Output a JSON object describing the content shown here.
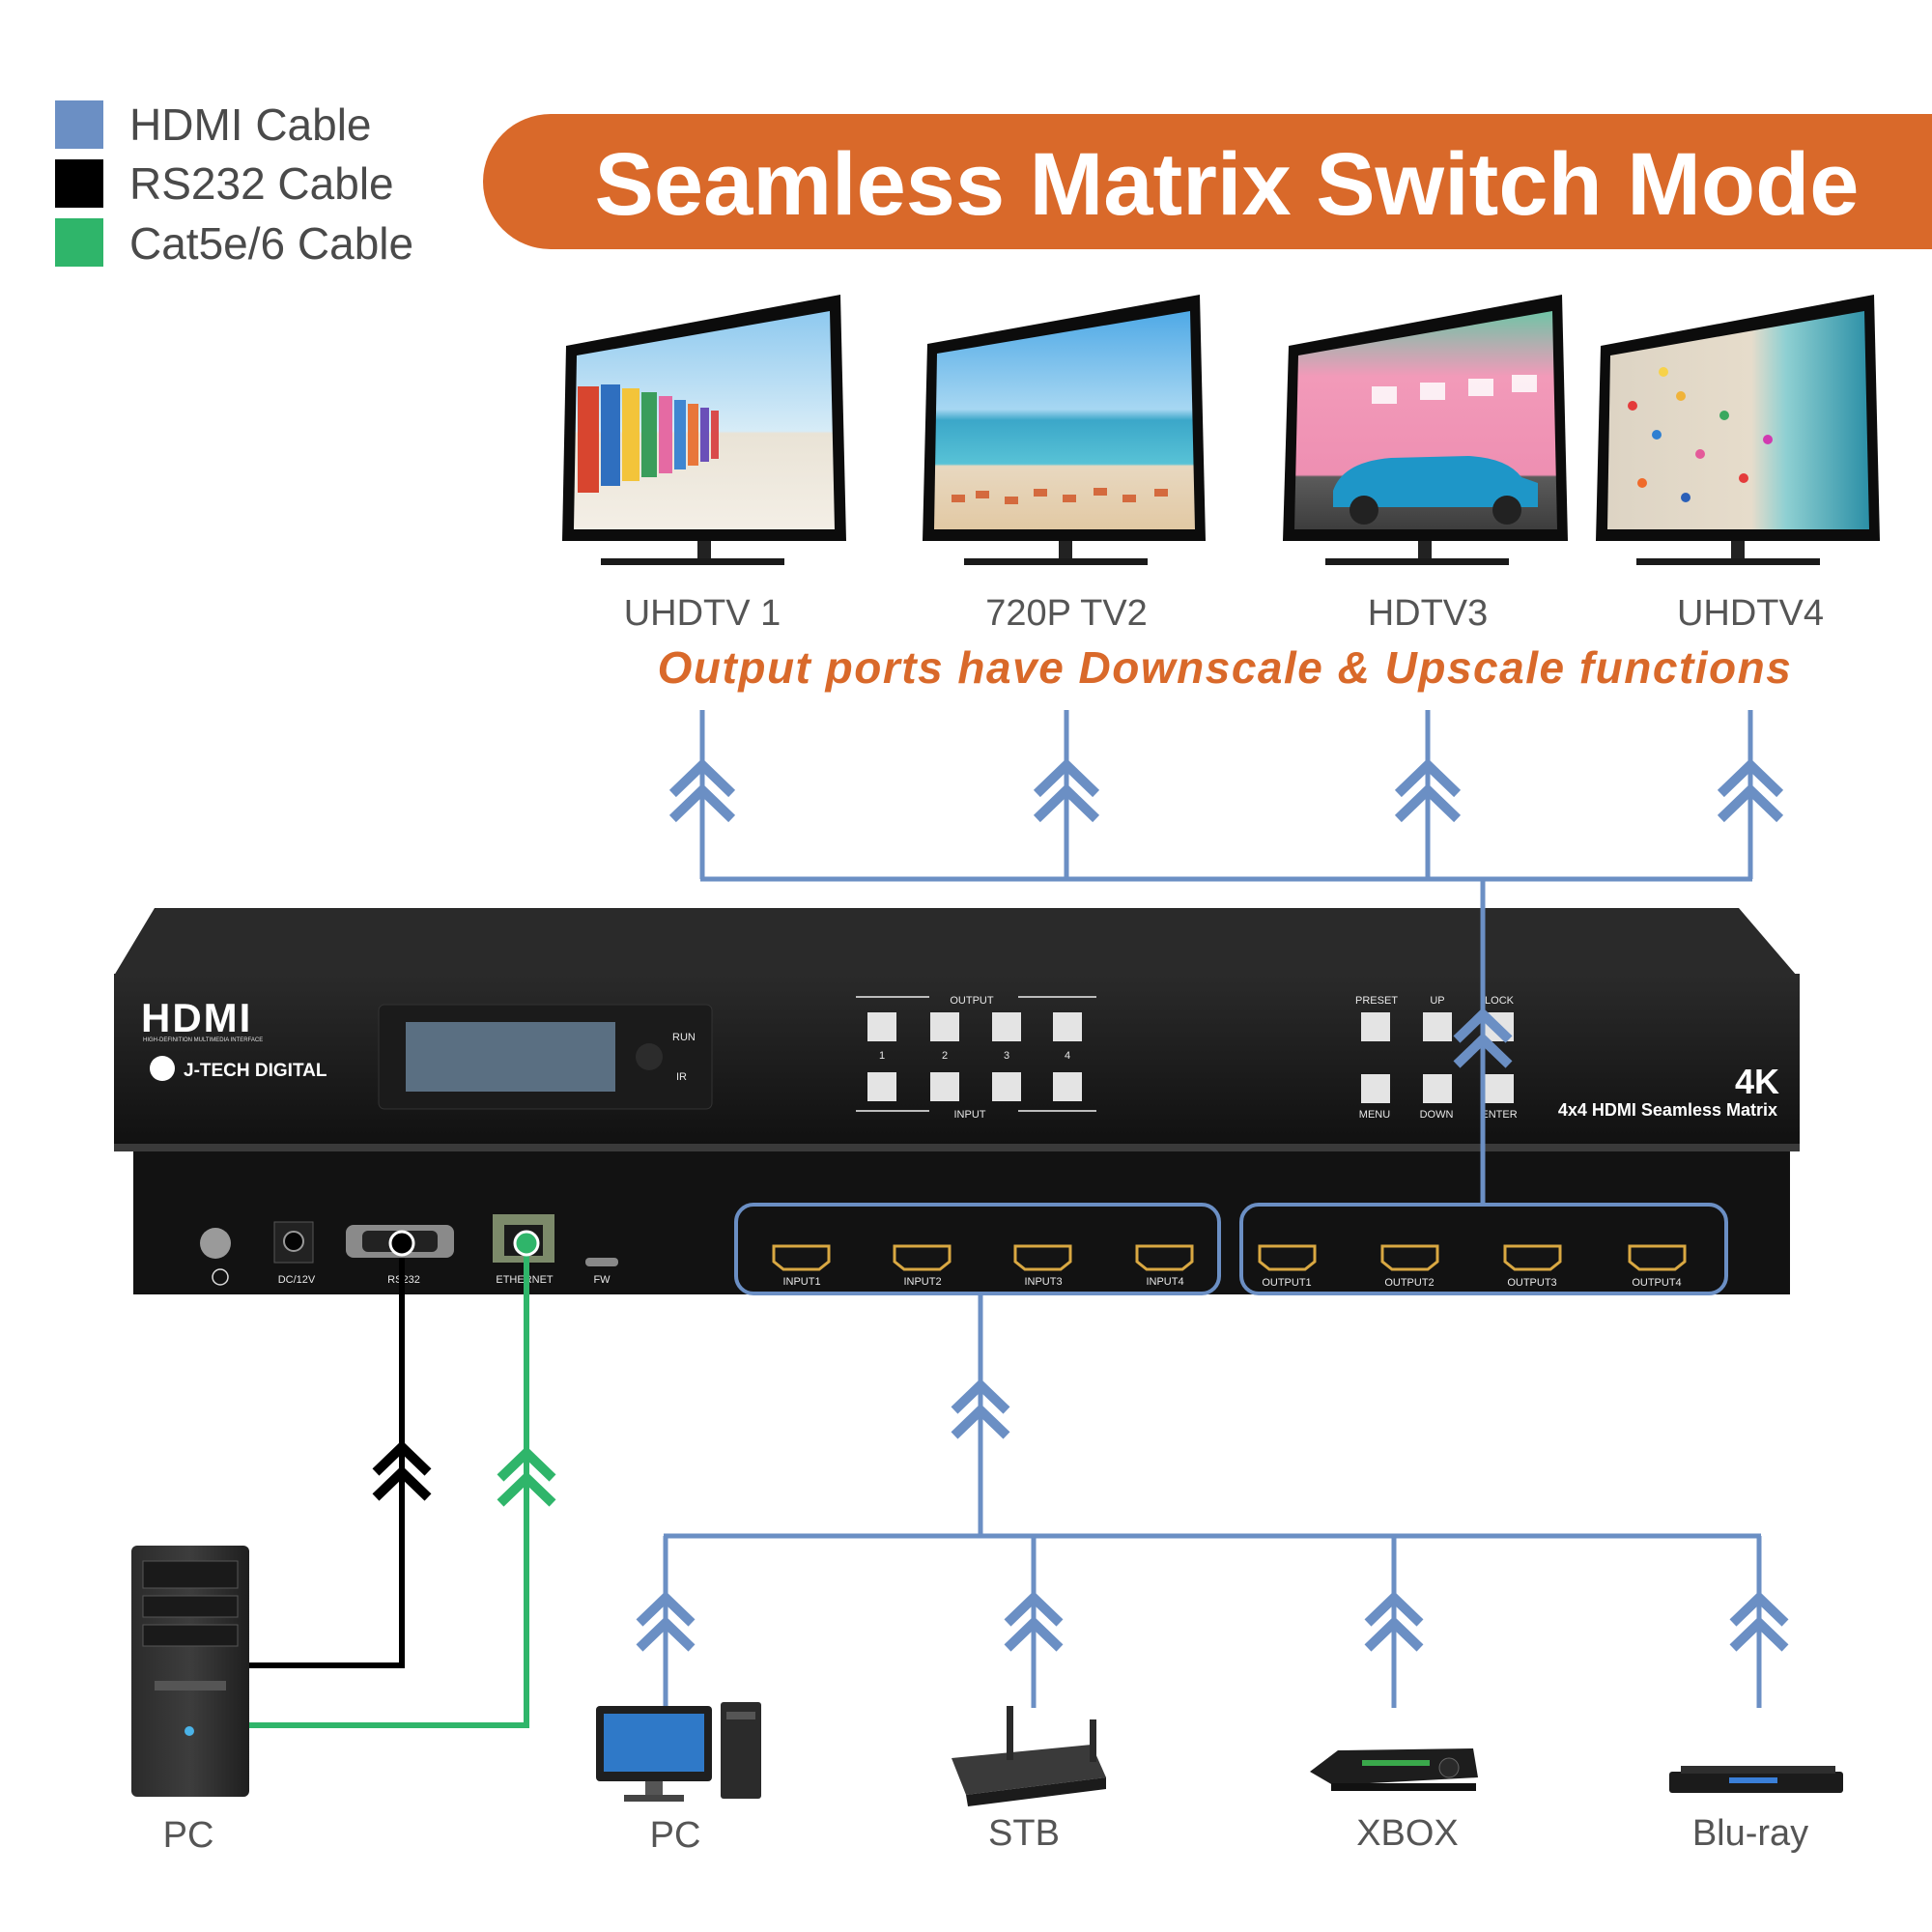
{
  "legend": [
    {
      "label": "HDMI Cable",
      "color": "#6b8fc4"
    },
    {
      "label": "RS232 Cable",
      "color": "#000000"
    },
    {
      "label": "Cat5e/6 Cable",
      "color": "#2fb56a"
    }
  ],
  "title": "Seamless Matrix Switch Mode",
  "colors": {
    "banner": "#d9692a",
    "hdmi": "#6b8fc4",
    "rs232": "#000000",
    "cat": "#2fb56a",
    "note": "#d9692a"
  },
  "outputs": [
    "UHDTV 1",
    "720P TV2",
    "HDTV3",
    "UHDTV4"
  ],
  "note": "Output ports have Downscale & Upscale functions",
  "device": {
    "brand_logo": "HDMI",
    "brand_tagline": "HIGH-DEFINITION MULTIMEDIA INTERFACE",
    "maker": "J-TECH DIGITAL",
    "badge": "4K",
    "model": "4x4 HDMI Seamless Matrix",
    "status": [
      "RUN",
      "IR"
    ],
    "output_label": "OUTPUT",
    "input_label": "INPUT",
    "button_numbers": [
      "1",
      "2",
      "3",
      "4"
    ],
    "control_labels": [
      "PRESET",
      "UP",
      "LOCK",
      "MENU",
      "DOWN",
      "ENTER"
    ],
    "rear_ports": [
      "DC/12V",
      "RS232",
      "ETHERNET",
      "FW"
    ],
    "hdmi_inputs": [
      "INPUT1",
      "INPUT2",
      "INPUT3",
      "INPUT4"
    ],
    "hdmi_outputs": [
      "OUTPUT1",
      "OUTPUT2",
      "OUTPUT3",
      "OUTPUT4"
    ]
  },
  "control_pc": "PC",
  "sources": [
    "PC",
    "STB",
    "XBOX",
    "Blu-ray"
  ]
}
